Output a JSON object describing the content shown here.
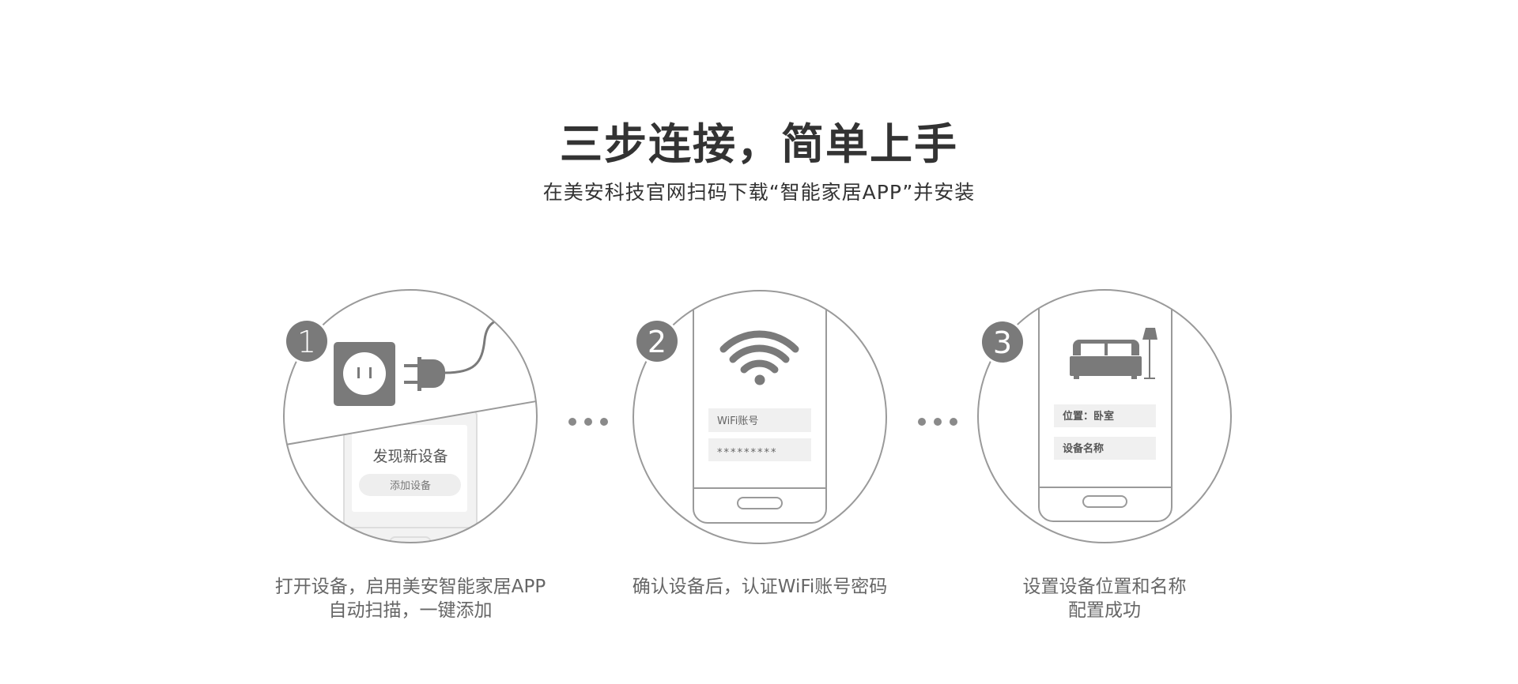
{
  "header": {
    "title": "三步连接，简单上手",
    "subtitle": "在美安科技官网扫码下载“智能家居APP”并安装"
  },
  "steps": [
    {
      "number": "1",
      "screen_title": "发现新设备",
      "screen_button": "添加设备",
      "caption_line1": "打开设备，启用美安智能家居APP",
      "caption_line2": "自动扫描，一键添加"
    },
    {
      "number": "2",
      "field1": "WiFi账号",
      "field2": "*********",
      "caption_line1": "确认设备后，认证WiFi账号密码"
    },
    {
      "number": "3",
      "field1": "位置：卧室",
      "field2": "设备名称",
      "caption_line1": "设置设备位置和名称",
      "caption_line2": "配置成功"
    }
  ],
  "colors": {
    "icon": "#7a7a7a",
    "line": "#9a9a9a",
    "field": "#f0f0f0"
  }
}
